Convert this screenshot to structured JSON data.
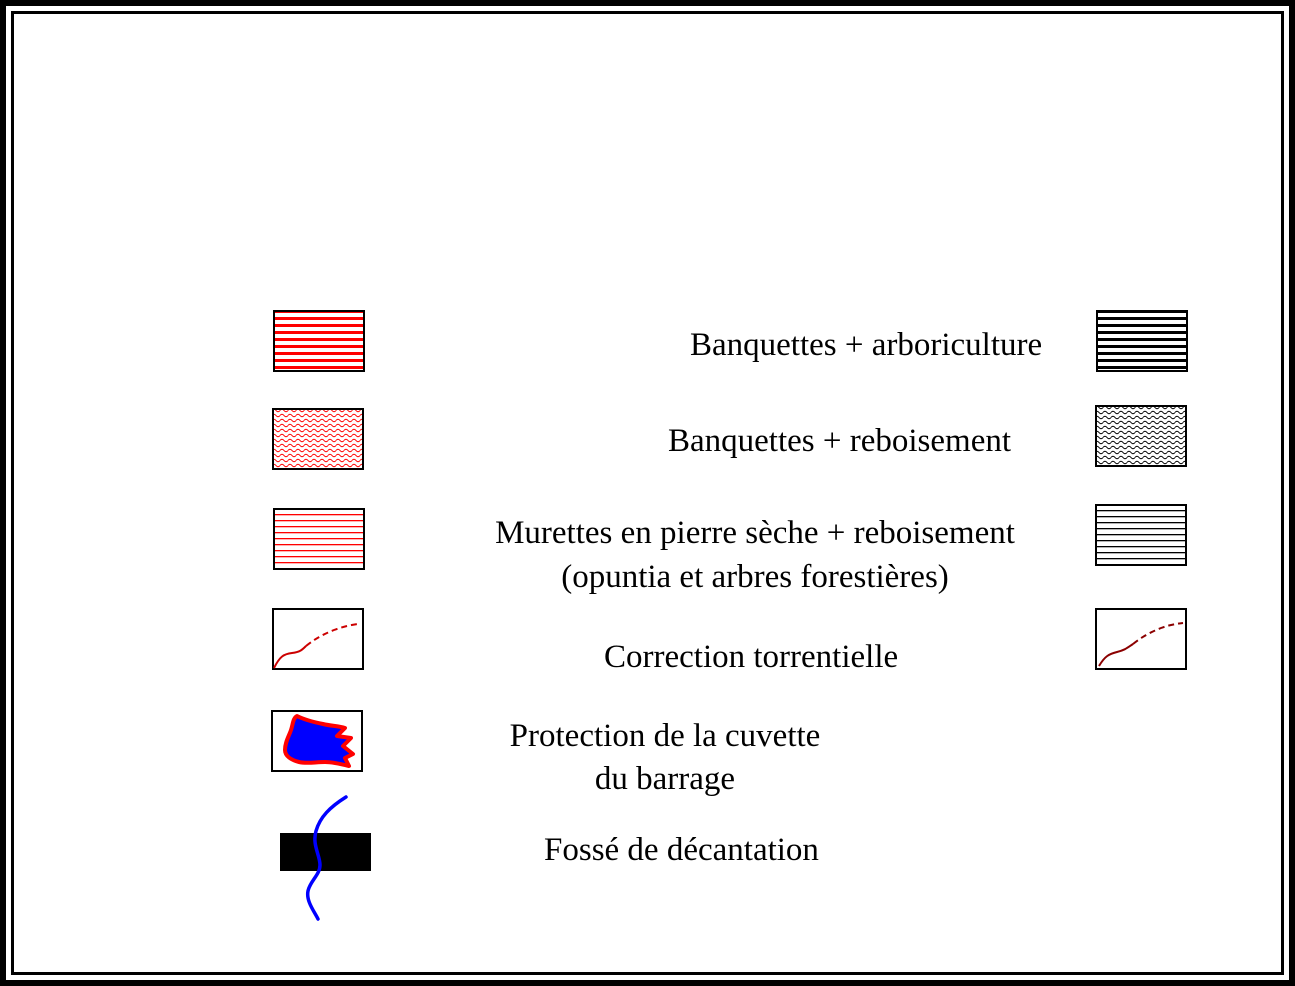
{
  "legend": {
    "items": [
      {
        "label": "Banquettes + arboriculture"
      },
      {
        "label": "Banquettes + reboisement"
      },
      {
        "label_line1": "Murettes en pierre sèche + reboisement",
        "label_line2": "(opuntia et arbres forestières)"
      },
      {
        "label": "Correction torrentielle"
      },
      {
        "label_line1": "Protection de la cuvette",
        "label_line2": "du barrage"
      },
      {
        "label": "Fossé de décantation"
      }
    ]
  },
  "colors": {
    "red": "#ff0000",
    "dark_red": "#8b0000",
    "blue": "#0000ff",
    "black": "#000000"
  }
}
